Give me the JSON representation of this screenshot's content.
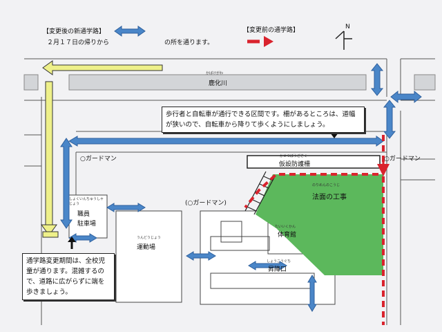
{
  "legend": {
    "new_route_title": "【変更後の新通学路】",
    "new_route_desc": "２月１７日の帰りから",
    "new_route_suffix": "の所を通ります。",
    "old_route_title": "【変更前の通学路】",
    "north": "N",
    "colors": {
      "new_route": "#4a86c8",
      "old_route": "#d9232d",
      "yellow_route": "#eef08a",
      "construction": "#5cb85c"
    }
  },
  "places": {
    "river_reading": "かばけがわ",
    "river": "鹿化川",
    "gate_reading": "かせつぼうごさく",
    "gate": "仮設防護柵",
    "construction_reading": "のりめんのこうじ",
    "construction": "法面の工事",
    "parking_reading": "しょくいんちゅうしゃじょう",
    "parking": [
      "職員",
      "駐車場"
    ],
    "ground_reading": "うんどうじょう",
    "ground": "運動場",
    "gym_reading": "たいいくかん",
    "gym": "体育館",
    "entrance_reading": "しょうこうぐち",
    "entrance": "昇降口",
    "guard_right": "○ガードマン",
    "guard_left": "○ガードマン",
    "guard_center": "(○ガードマン)"
  },
  "notes": {
    "top": [
      "歩行者と自転車が通行できる区間です。柵があるところは、道幅",
      "が狭いので、自転車から降りて歩くようにしましょう。"
    ],
    "bottom": [
      "通学路変更期間は、全校児",
      "童が通ります。混雑するの",
      "で、道路に広がらずに端を",
      "歩きましょう。"
    ]
  }
}
